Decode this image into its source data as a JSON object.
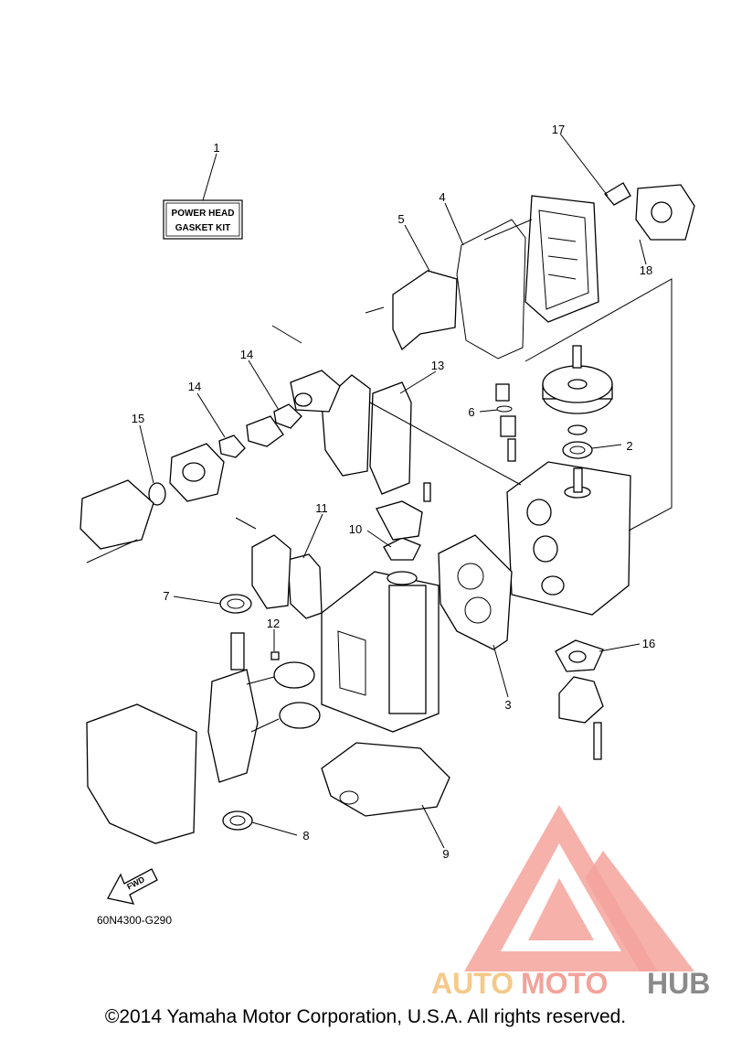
{
  "callouts": {
    "c1": "1",
    "c2": "2",
    "c3": "3",
    "c4": "4",
    "c5": "5",
    "c6": "6",
    "c7": "7",
    "c8": "8",
    "c9": "9",
    "c10": "10",
    "c11": "11",
    "c12": "12",
    "c13": "13",
    "c14a": "14",
    "c14b": "14",
    "c15": "15",
    "c16": "16",
    "c17": "17",
    "c18": "18"
  },
  "kit_label": {
    "line1": "POWER HEAD",
    "line2": "GASKET KIT"
  },
  "fwd_label": "FWD",
  "diagram_code": "60N4300-G290",
  "watermark": {
    "part1": "AUTO",
    "part2": "MOTO",
    "part3": "HUB",
    "colors": [
      "#f5c98a",
      "#f3a39b",
      "#8a8a8a"
    ]
  },
  "copyright": "©2014 Yamaha Motor Corporation, U.S.A. All rights reserved."
}
